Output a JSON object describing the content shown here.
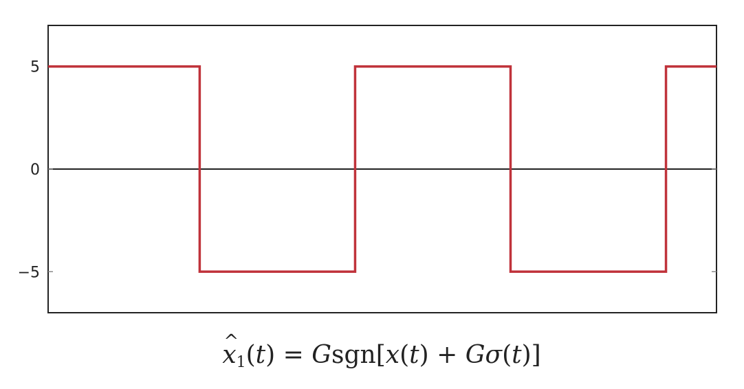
{
  "chart_data": {
    "type": "line",
    "title": "",
    "xlabel": "",
    "ylabel": "",
    "ylim": [
      -7,
      7
    ],
    "xlim": [
      0,
      8.6
    ],
    "yticks": [
      5,
      0,
      -5
    ],
    "ytick_labels": [
      "5",
      "0",
      "−5"
    ],
    "grid": false,
    "zero_line": true,
    "series": [
      {
        "color": "#c0333b",
        "points": [
          [
            0.0,
            5
          ],
          [
            1.95,
            5
          ],
          [
            1.95,
            -5
          ],
          [
            3.95,
            -5
          ],
          [
            3.95,
            5
          ],
          [
            5.95,
            5
          ],
          [
            5.95,
            -5
          ],
          [
            7.95,
            -5
          ],
          [
            7.95,
            5
          ],
          [
            8.6,
            5
          ]
        ]
      }
    ]
  },
  "caption": {
    "text": "x̂1(t) = Gsgn[x(t) + Gσ(t)]",
    "parts": {
      "x": "x",
      "sub": "1",
      "t_open": "(",
      "t": "t",
      "t_close": ")",
      "eq": " = ",
      "G1": "G",
      "sgn": "sgn",
      "br_open": "[",
      "x2": "x",
      "p_open": "(",
      "t2": "t",
      "p_close": ")",
      "plus": " + ",
      "G2": "G",
      "sigma": "σ",
      "p_open2": "(",
      "t3": "t",
      "p_close2": ")",
      "br_close": "]"
    }
  }
}
